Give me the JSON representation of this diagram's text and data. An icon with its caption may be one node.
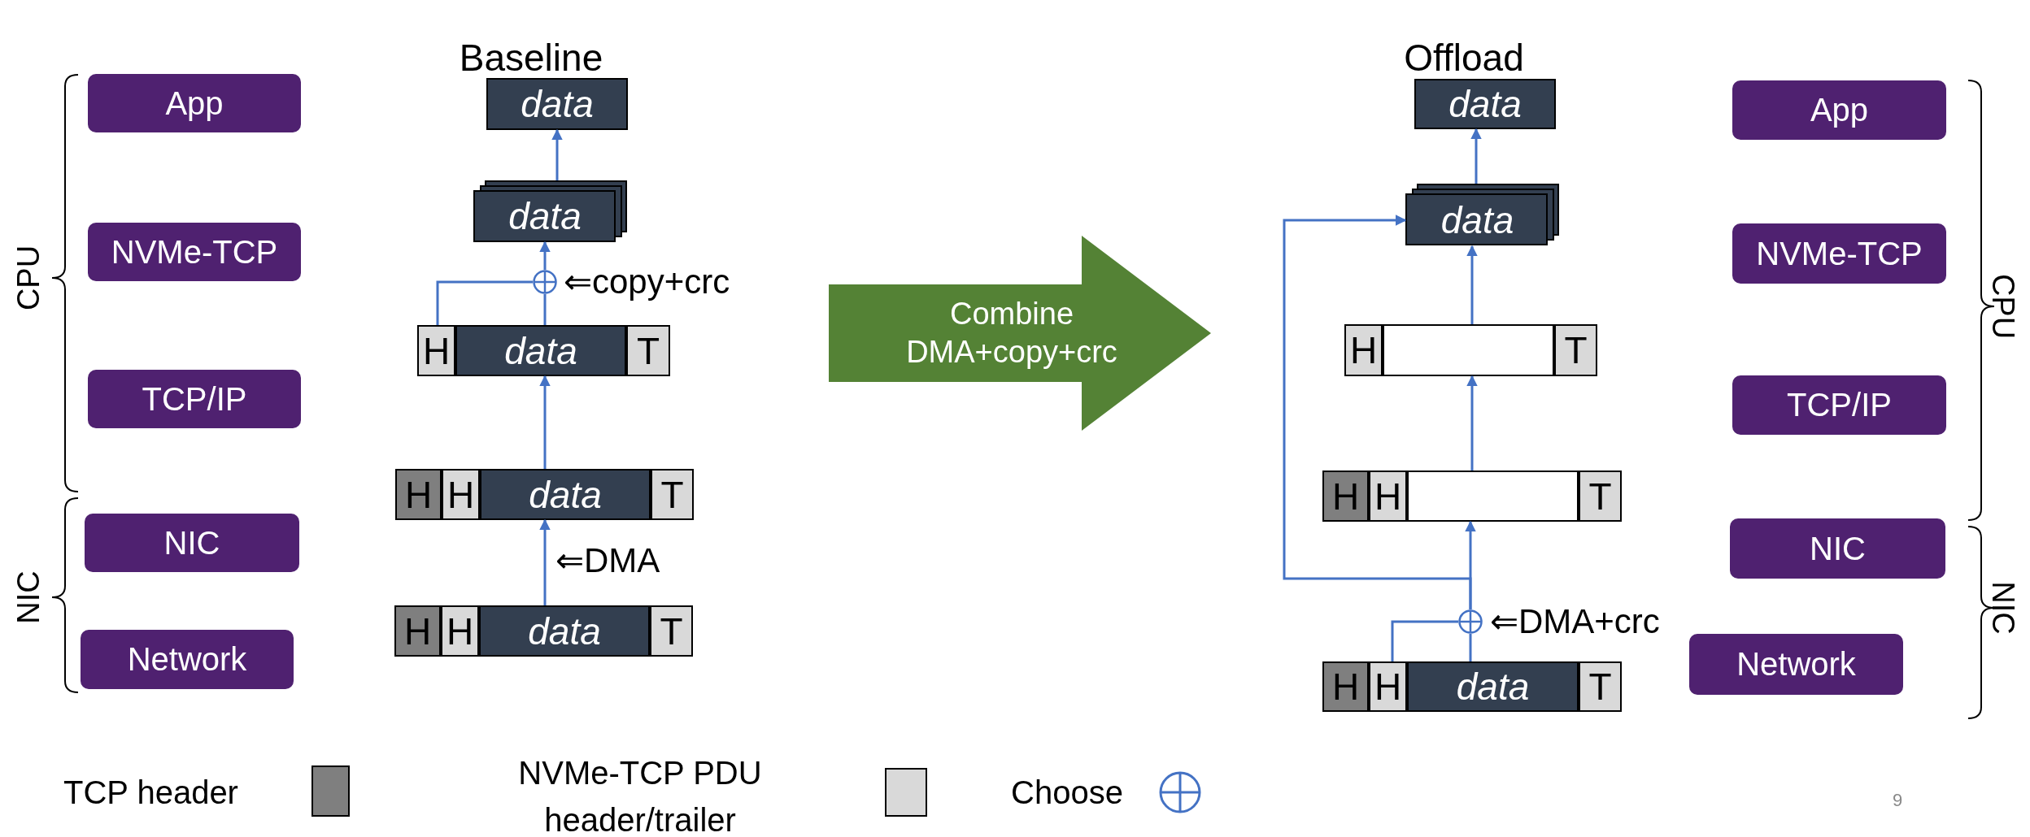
{
  "diagram": {
    "nodes": [
      {
        "text": [
          "App"
        ]
      },
      {
        "text": [
          "NVMe-TCP"
        ]
      },
      {
        "text": [
          "TCP/IP"
        ]
      },
      {
        "text": [
          "NIC"
        ]
      },
      {
        "text": [
          "Network"
        ]
      },
      {
        "text": [
          "data"
        ]
      },
      {
        "text": [
          "data"
        ]
      },
      {
        "text": [],
        "shape": "circle",
        "beside": [
          "⇐copy+crc"
        ]
      },
      {
        "text": [],
        "shape": "box"
      },
      {
        "text": [
          "H"
        ],
        "in": 8
      },
      {
        "text": [
          "data"
        ],
        "in": 8
      },
      {
        "text": [
          "T"
        ],
        "in": 8
      },
      {
        "text": [],
        "shape": "box"
      },
      {
        "text": [
          "H"
        ],
        "in": 12
      },
      {
        "text": [
          "H"
        ],
        "in": 12
      },
      {
        "text": [
          "data"
        ],
        "in": 12
      },
      {
        "text": [
          "T"
        ],
        "in": 12
      },
      {
        "text": [],
        "shape": "box"
      },
      {
        "text": [
          "H"
        ],
        "in": 17
      },
      {
        "text": [
          "H"
        ],
        "in": 17
      },
      {
        "text": [
          "data"
        ],
        "in": 17
      },
      {
        "text": [
          "T"
        ],
        "in": 17
      },
      {
        "text": [
          "Combine DMA+copy+crc"
        ]
      },
      {
        "text": [
          "data"
        ]
      },
      {
        "text": [
          "data"
        ]
      },
      {
        "text": [],
        "shape": "box"
      },
      {
        "text": [
          "H"
        ],
        "in": 25
      },
      {
        "text": [],
        "shape": "box",
        "in": 25
      },
      {
        "text": [
          "T"
        ],
        "in": 25
      },
      {
        "text": [],
        "shape": "box"
      },
      {
        "text": [
          "H"
        ],
        "in": 29
      },
      {
        "text": [
          "H"
        ],
        "in": 29
      },
      {
        "text": [],
        "shape": "box",
        "in": 29
      },
      {
        "text": [
          "T"
        ],
        "in": 29
      },
      {
        "text": [],
        "shape": "circle",
        "beside": [
          "⇐DMA+crc"
        ]
      },
      {
        "text": [],
        "shape": "box"
      },
      {
        "text": [
          "H"
        ],
        "in": 35
      },
      {
        "text": [
          "H"
        ],
        "in": 35
      },
      {
        "text": [
          "data"
        ],
        "in": 35
      },
      {
        "text": [
          "T"
        ],
        "in": 35
      },
      {
        "text": [
          "App"
        ]
      },
      {
        "text": [
          "NVMe-TCP"
        ]
      },
      {
        "text": [
          "TCP/IP"
        ]
      },
      {
        "text": [
          "NIC"
        ]
      },
      {
        "text": [
          "Network"
        ]
      }
    ],
    "edges": [
      {
        "from": 6,
        "to": 5,
        "arrow": "to"
      },
      {
        "from": 7,
        "to": 6,
        "arrow": "to"
      },
      {
        "from": 10,
        "to": 7,
        "arrow": "none"
      },
      {
        "from": 9,
        "to": 7,
        "arrow": "none"
      },
      {
        "from": 15,
        "to": 10,
        "arrow": "to"
      },
      {
        "from": 20,
        "to": 15,
        "arrow": "to"
      },
      {
        "from": 24,
        "to": 23,
        "arrow": "to"
      },
      {
        "from": 27,
        "to": 24,
        "arrow": "to"
      },
      {
        "from": 32,
        "to": 27,
        "arrow": "to"
      },
      {
        "from": 34,
        "to": 32,
        "arrow": "to"
      },
      {
        "from": 34,
        "to": 24,
        "arrow": "to"
      },
      {
        "from": 38,
        "to": 34,
        "arrow": "none"
      },
      {
        "from": 37,
        "to": 34,
        "arrow": "none"
      }
    ],
    "labels": [
      "Baseline",
      "Offload",
      "CPU",
      "CPU",
      "NIC",
      "⇐DMA",
      "NIC",
      "9"
    ],
    "legend": [
      {
        "text": "TCP header",
        "color": "#7f7f7f"
      },
      {
        "text": "NVMe-TCP PDU header/trailer",
        "color": "#d9d9d9"
      },
      {
        "text": "Choose"
      }
    ]
  }
}
